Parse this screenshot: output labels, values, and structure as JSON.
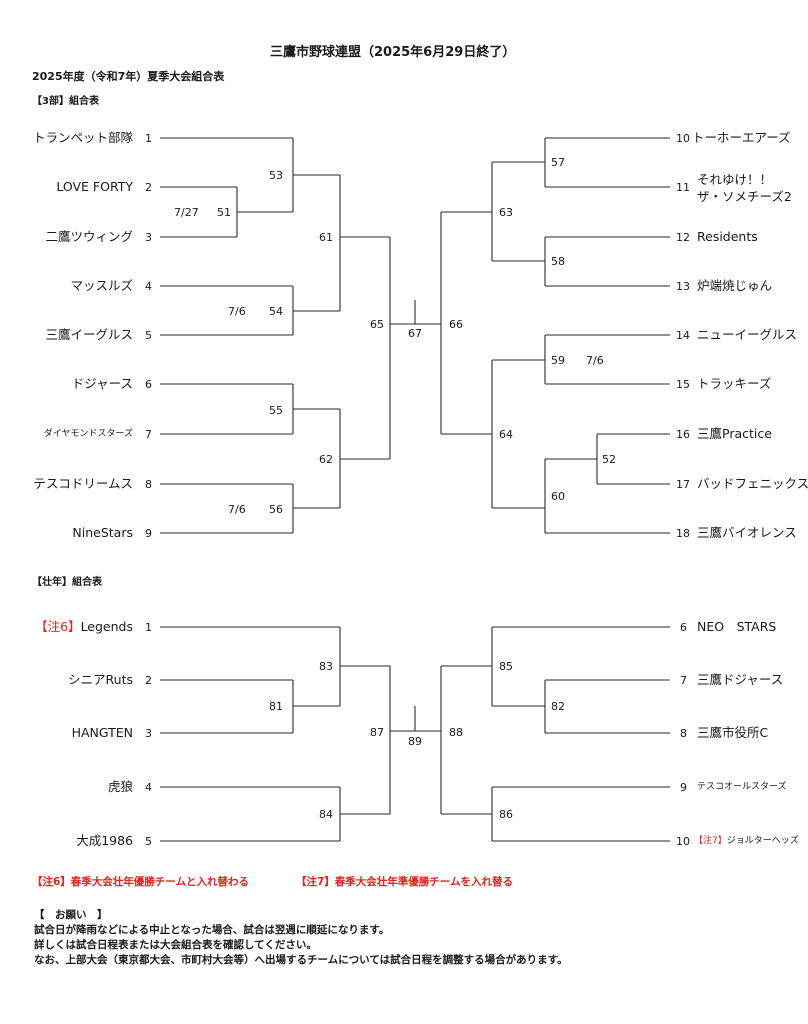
{
  "header": {
    "title": "三鷹市野球連盟（2025年6月29日終了）",
    "subtitle": "2025年度（令和7年）夏季大会組合表"
  },
  "div3": {
    "label": "【3部】組合表",
    "teams": [
      {
        "seed": "1",
        "name": "トランペット部隊"
      },
      {
        "seed": "2",
        "name": "LOVE FORTY"
      },
      {
        "seed": "3",
        "name": "二鷹ツウィング"
      },
      {
        "seed": "4",
        "name": "マッスルズ"
      },
      {
        "seed": "5",
        "name": "三鷹イーグルス"
      },
      {
        "seed": "6",
        "name": "ドジャース"
      },
      {
        "seed": "7",
        "name": "ダイヤモンドスターズ"
      },
      {
        "seed": "8",
        "name": "テスコドリームス"
      },
      {
        "seed": "9",
        "name": "NineStars"
      },
      {
        "seed": "10",
        "name": "トーホーエアーズ"
      },
      {
        "seed": "11",
        "name": "それゆけ！！",
        "name2": "ザ・ソメチーズ2"
      },
      {
        "seed": "12",
        "name": "Residents"
      },
      {
        "seed": "13",
        "name": "炉端焼じゅん"
      },
      {
        "seed": "14",
        "name": "ニューイーグルス"
      },
      {
        "seed": "15",
        "name": "トラッキーズ"
      },
      {
        "seed": "16",
        "name": "三鷹Practice"
      },
      {
        "seed": "17",
        "name": "バッドフェニックス"
      },
      {
        "seed": "18",
        "name": "三鷹バイオレンス"
      }
    ],
    "games": {
      "g51": "51",
      "g52": "52",
      "g53": "53",
      "g54": "54",
      "g55": "55",
      "g56": "56",
      "g57": "57",
      "g58": "58",
      "g59": "59",
      "g60": "60",
      "g61": "61",
      "g62": "62",
      "g63": "63",
      "g64": "64",
      "g65": "65",
      "g66": "66",
      "g67": "67"
    },
    "dates": {
      "g51": "7/27",
      "g54": "7/6",
      "g56": "7/6",
      "g59": "7/6"
    }
  },
  "senior": {
    "label": "【壮年】組合表",
    "teams": [
      {
        "seed": "1",
        "note": "【注6】",
        "name": "Legends"
      },
      {
        "seed": "2",
        "name": "シニアRuts"
      },
      {
        "seed": "3",
        "name": "HANGTEN"
      },
      {
        "seed": "4",
        "name": "虎狼"
      },
      {
        "seed": "5",
        "name": "大成1986"
      },
      {
        "seed": "6",
        "name": "NEO　STARS"
      },
      {
        "seed": "7",
        "name": "三鷹ドジャース"
      },
      {
        "seed": "8",
        "name": "三鷹市役所C"
      },
      {
        "seed": "9",
        "name": "テスコオールスターズ"
      },
      {
        "seed": "10",
        "note": "【注7】",
        "name": "ジョルターヘッズ"
      }
    ],
    "games": {
      "g81": "81",
      "g82": "82",
      "g83": "83",
      "g84": "84",
      "g85": "85",
      "g86": "86",
      "g87": "87",
      "g88": "88",
      "g89": "89"
    }
  },
  "notes": {
    "n6": "【注6】春季大会壮年優勝チームと入れ替わる",
    "n7": "【注7】春季大会壮年準優勝チームを入れ替る"
  },
  "request": {
    "heading": "【　お願い　】",
    "lines": [
      "試合日が降雨などによる中止となった場合、試合は翌週に順延になります。",
      "詳しくは試合日程表または大会組合表を確認してください。",
      "なお、上部大会（東京都大会、市町村大会等）へ出場するチームについては試合日程を調整する場合があります。"
    ]
  }
}
